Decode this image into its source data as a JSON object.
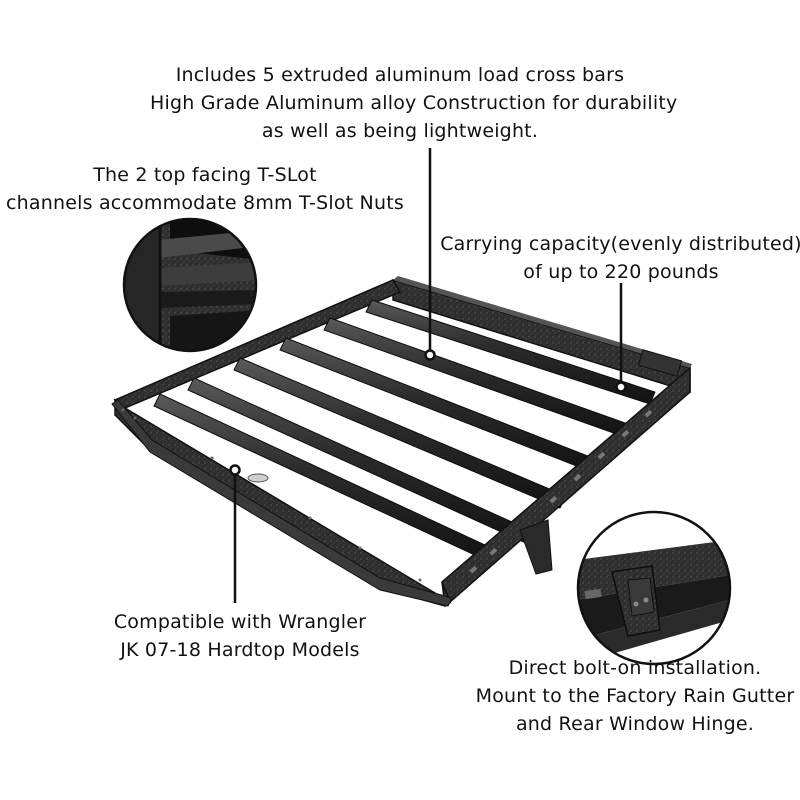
{
  "callouts": {
    "top": {
      "lines": [
        "Includes 5 extruded aluminum load cross bars",
        "High Grade Aluminum alloy Construction for durability",
        "as well as being lightweight."
      ]
    },
    "tslot": {
      "lines": [
        "The 2 top facing T-SLot",
        "channels accommodate 8mm T-Slot Nuts"
      ]
    },
    "capacity": {
      "lines": [
        "Carrying capacity(evenly distributed)",
        "of up to 220 pounds"
      ]
    },
    "compat": {
      "lines": [
        "Compatible with Wrangler",
        "JK 07-18 Hardtop Models"
      ]
    },
    "bolt": {
      "lines": [
        "Direct bolt-on installation.",
        "Mount to the Factory Rain Gutter",
        "and Rear Window Hinge."
      ]
    }
  },
  "colors": {
    "rack": "#2a2a2a",
    "rack_edge": "#111111",
    "rack_highlight": "#6a6a6a",
    "text": "#111111"
  }
}
